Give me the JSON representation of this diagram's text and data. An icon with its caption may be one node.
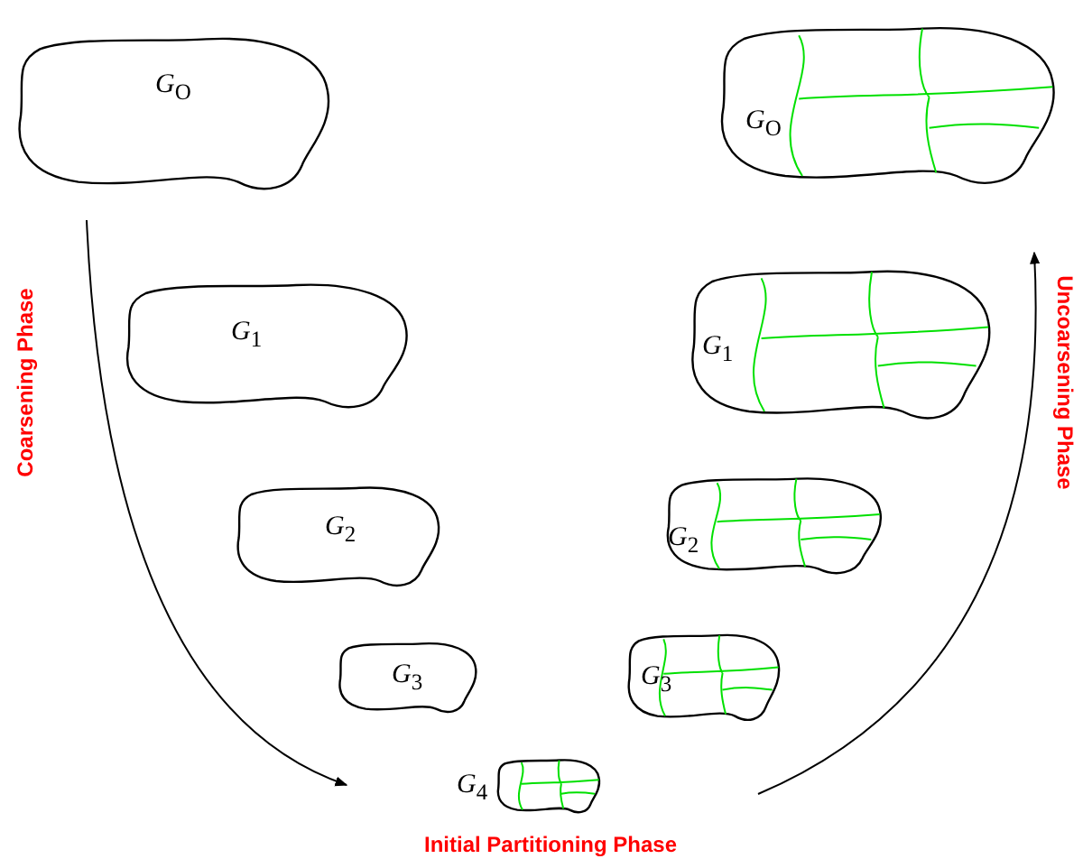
{
  "diagram": {
    "nodes": [
      {
        "text": [
          "*G*$_{O}$"
        ]
      },
      {
        "text": [
          "*G*$_{1}$"
        ]
      },
      {
        "text": [
          "*G*$_{2}$"
        ]
      },
      {
        "text": [
          "*G*$_{3}$"
        ]
      },
      {
        "text": [
          "*G*$_{4}$"
        ]
      },
      {
        "text": [
          "*G*$_{O}$"
        ]
      },
      {
        "text": [
          "*G*$_{1}$"
        ]
      },
      {
        "text": [
          "*G*$_{2}$"
        ]
      },
      {
        "text": [
          "*G*$_{3}$"
        ]
      }
    ],
    "labels": [
      "Coarsening Phase",
      "Uncoarsening Phase",
      "Initial Partitioning Phase"
    ]
  }
}
